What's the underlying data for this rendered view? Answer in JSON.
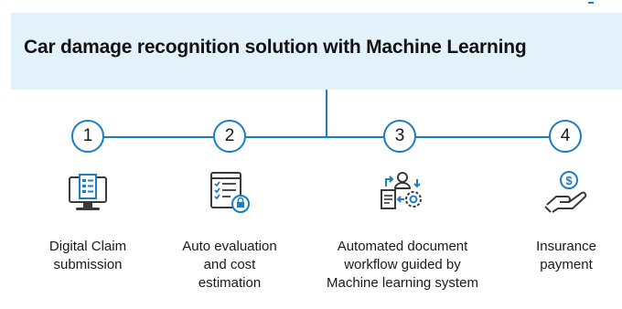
{
  "title": "Car damage recognition solution with Machine Learning",
  "steps": [
    {
      "number": "1",
      "label": "Digital Claim submission",
      "icon": "computer-document-icon"
    },
    {
      "number": "2",
      "label": "Auto evaluation and cost estimation",
      "icon": "checklist-icon"
    },
    {
      "number": "3",
      "label": "Automated document workflow guided by Machine learning system",
      "icon": "workflow-icon"
    },
    {
      "number": "4",
      "label": "Insurance payment",
      "icon": "hand-dollar-icon"
    }
  ],
  "colors": {
    "accent": "#1c7ec0",
    "header_bg": "#e3f1fb",
    "text": "#1a1a1a"
  }
}
